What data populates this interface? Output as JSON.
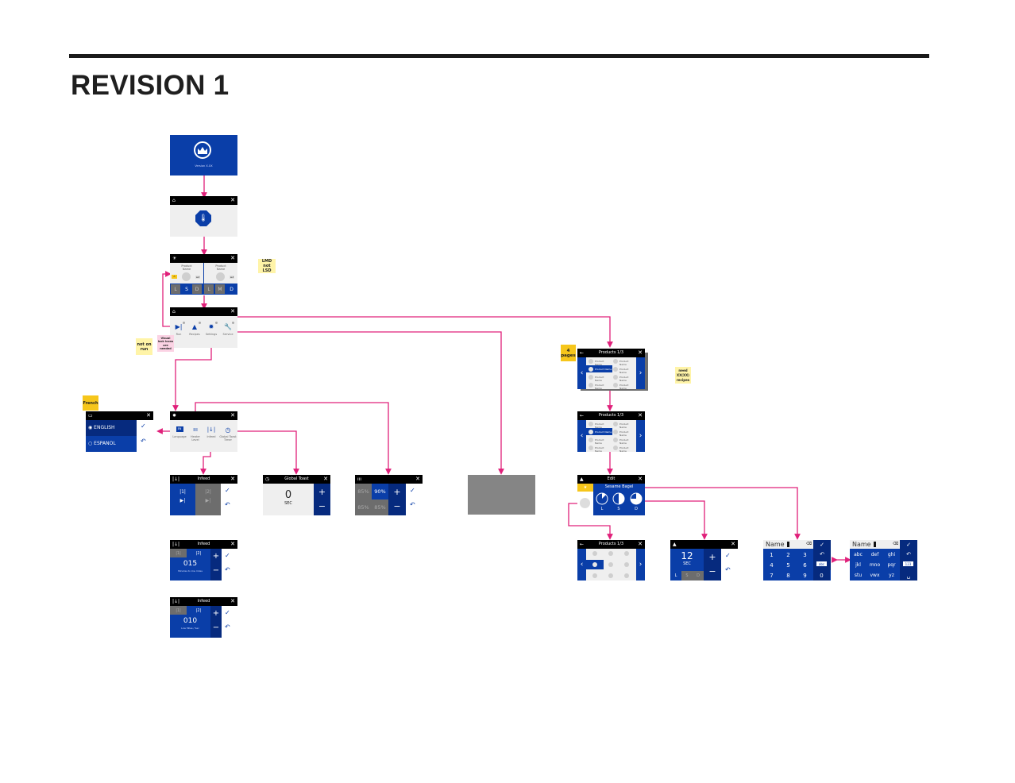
{
  "page": {
    "title": "REVISION 1"
  },
  "colors": {
    "brand_blue": "#0a3ea8",
    "dark_blue": "#062a7e",
    "connector": "#e0207a",
    "sticky_yellow": "#fff4a8",
    "sticky_gold": "#f6c61b",
    "sticky_pink": "#fbd3e4"
  },
  "splash": {
    "version_label": "Version X.XX",
    "logo_icon": "crown-icon"
  },
  "heating": {
    "header_left_icon": "home-icon",
    "close": "✕",
    "body_icon": "thermometer-icon"
  },
  "lanes": {
    "header_icon": "sun-icon",
    "lane1": {
      "name": "Product Name",
      "badge": "a-t",
      "warn": "⚠",
      "buttons": [
        "L",
        "S",
        "D"
      ],
      "active": "S"
    },
    "lane2": {
      "name": "Product Name",
      "badge": "a-t",
      "buttons": [
        "L",
        "M",
        "D"
      ],
      "active": "D"
    }
  },
  "menu": {
    "header_icon": "home-icon",
    "items": [
      {
        "label": "Run",
        "icon": "run-icon"
      },
      {
        "label": "Recipes",
        "icon": "recipes-icon"
      },
      {
        "label": "Settings",
        "icon": "gear-icon"
      },
      {
        "label": "Service",
        "icon": "wrench-icon"
      }
    ]
  },
  "notes": {
    "lmd": "LMD not LSD",
    "not_on_run": "not on run",
    "visual_lock": "Visual lock icons are needed",
    "french": "French",
    "four_pages": "4 pages",
    "need_recipes": "need XX(XX) recipes"
  },
  "language": {
    "header_icon": "chat-icon",
    "options": [
      {
        "label": "ENGLISH",
        "selected": true
      },
      {
        "label": "ESPANOL",
        "selected": false
      }
    ]
  },
  "settings": {
    "header_icon": "gear-icon",
    "items": [
      {
        "label": "Language",
        "icon": "language-icon",
        "glyph": "EN"
      },
      {
        "label": "Heater Level",
        "icon": "heater-icon",
        "glyph": "ııı"
      },
      {
        "label": "Infeed",
        "icon": "infeed-icon",
        "glyph": "|↓|"
      },
      {
        "label": "Global Toast Timer",
        "icon": "timer-icon",
        "glyph": "◷"
      }
    ]
  },
  "infeed1": {
    "title": "Infeed",
    "tab1": "|1|",
    "tab2": "|2|",
    "play": "▶|"
  },
  "infeed2": {
    "title": "Infeed",
    "tab1": "|1|",
    "tab2": "|2|",
    "value": "015",
    "caption": "Minutes to low miles"
  },
  "infeed3": {
    "title": "Infeed",
    "tab1": "|1|",
    "tab2": "|2|",
    "value": "010",
    "caption": "Low Miles / Sec"
  },
  "global_toast": {
    "title": "Global Toast",
    "value": "0",
    "unit": "SEC",
    "plus": "+",
    "minus": "−"
  },
  "heater": {
    "values": [
      "85%",
      "90%",
      "85%",
      "85%"
    ],
    "selected_index": 1,
    "plus": "+",
    "minus": "−"
  },
  "products": {
    "title": "Products 1/3",
    "items": [
      "Product Name",
      "Product Name",
      "Product Name",
      "Product Name",
      "Product Name",
      "Product Name",
      "Product Name",
      "Product Name"
    ],
    "selected_index": 1
  },
  "edit": {
    "title": "Edit",
    "name": "Sesame Bagel",
    "levels": [
      "L",
      "S",
      "D"
    ],
    "levels_fill": [
      0.125,
      0.5,
      0.75
    ]
  },
  "products_grid": {
    "title": "Products 1/3"
  },
  "time_edit": {
    "value": "12",
    "unit": "SEC",
    "levels": [
      "L",
      "S",
      "D"
    ],
    "active": "L",
    "plus": "+",
    "minus": "−"
  },
  "keypad_num": {
    "field": "Name",
    "keys": [
      "1",
      "2",
      "3",
      "4",
      "5",
      "6",
      "7",
      "8",
      "9",
      "0"
    ],
    "backspace": "⌫"
  },
  "keypad_alpha": {
    "field": "Name",
    "keys": [
      "abc",
      "def",
      "ghi",
      "jkl",
      "mno",
      "pqr",
      "stu",
      "vwx",
      "yz"
    ],
    "space": "␣",
    "backspace": "⌫"
  },
  "actions": {
    "ok": "✓",
    "back": "↶",
    "close": "✕",
    "prev": "‹",
    "next": "›",
    "back_arrow": "←"
  }
}
